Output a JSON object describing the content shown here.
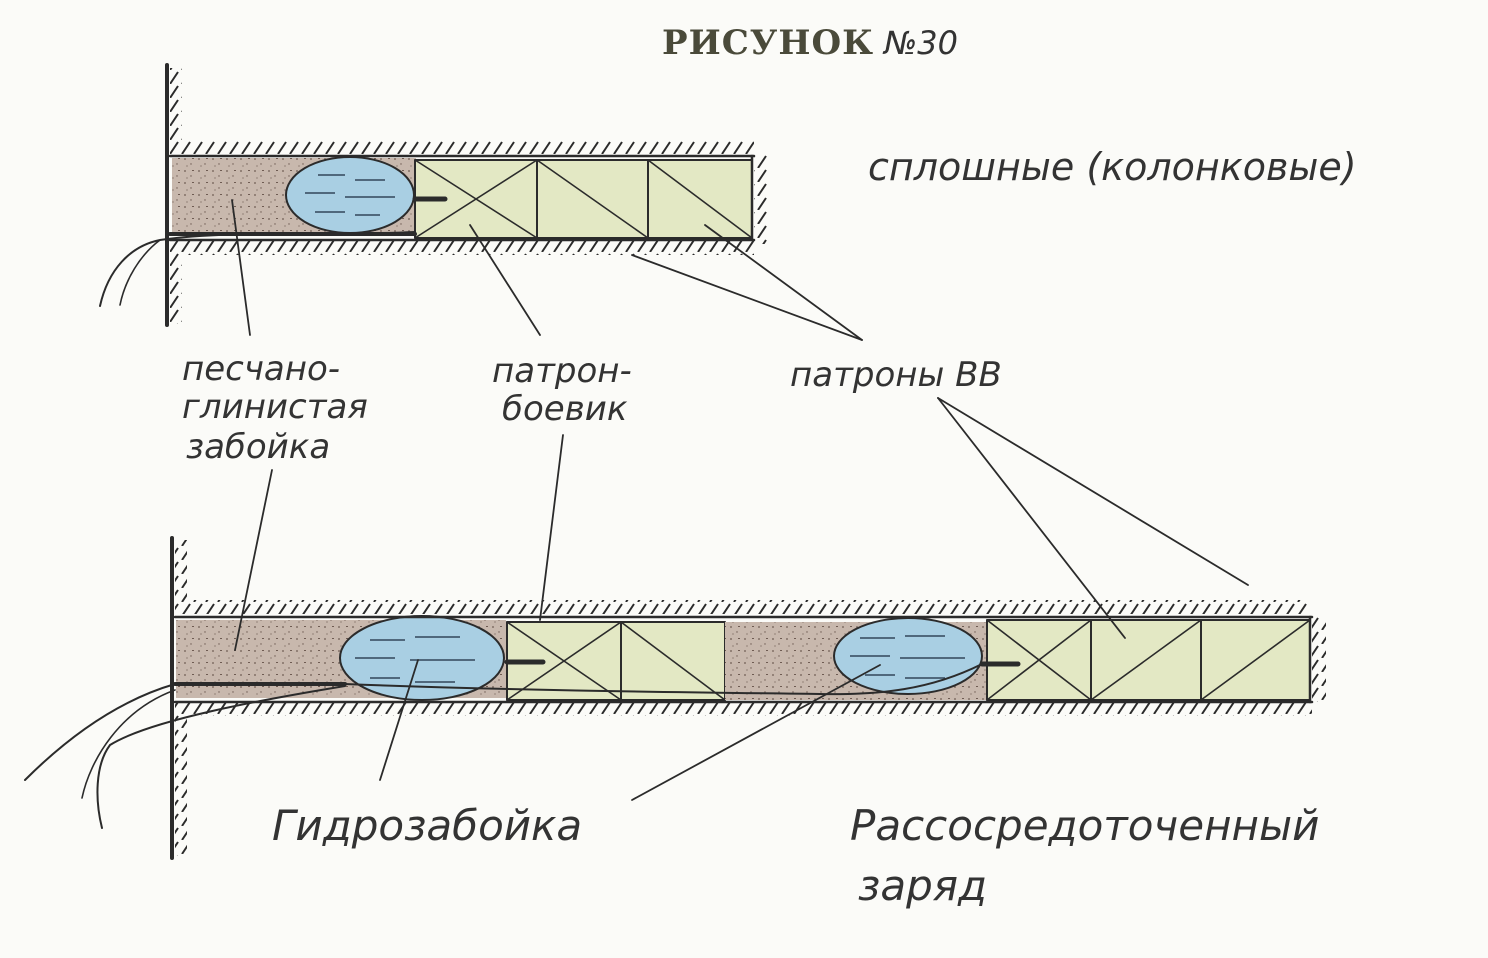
{
  "title": {
    "main": "РИСУНОК",
    "number": "№30"
  },
  "captions": {
    "top_type": "сплошные (колонковые)",
    "bottom_type_line1": "Рассосредоточенный",
    "bottom_type_line2": "заряд"
  },
  "labels": {
    "stemming_line1": "песчано-",
    "stemming_line2": "глинистая",
    "stemming_line3": "забойка",
    "primer_line1": "патрон-",
    "primer_line2": "боевик",
    "cartridges": "патроны ВВ",
    "water_stemming": "Гидрозабойка"
  },
  "colors": {
    "ink": "#2b2b2b",
    "stemming_fill": "#c8b8ad",
    "water_fill": "#a9cfe3",
    "explosive_fill": "#e3e8c4",
    "background": "#fbfbf8"
  }
}
